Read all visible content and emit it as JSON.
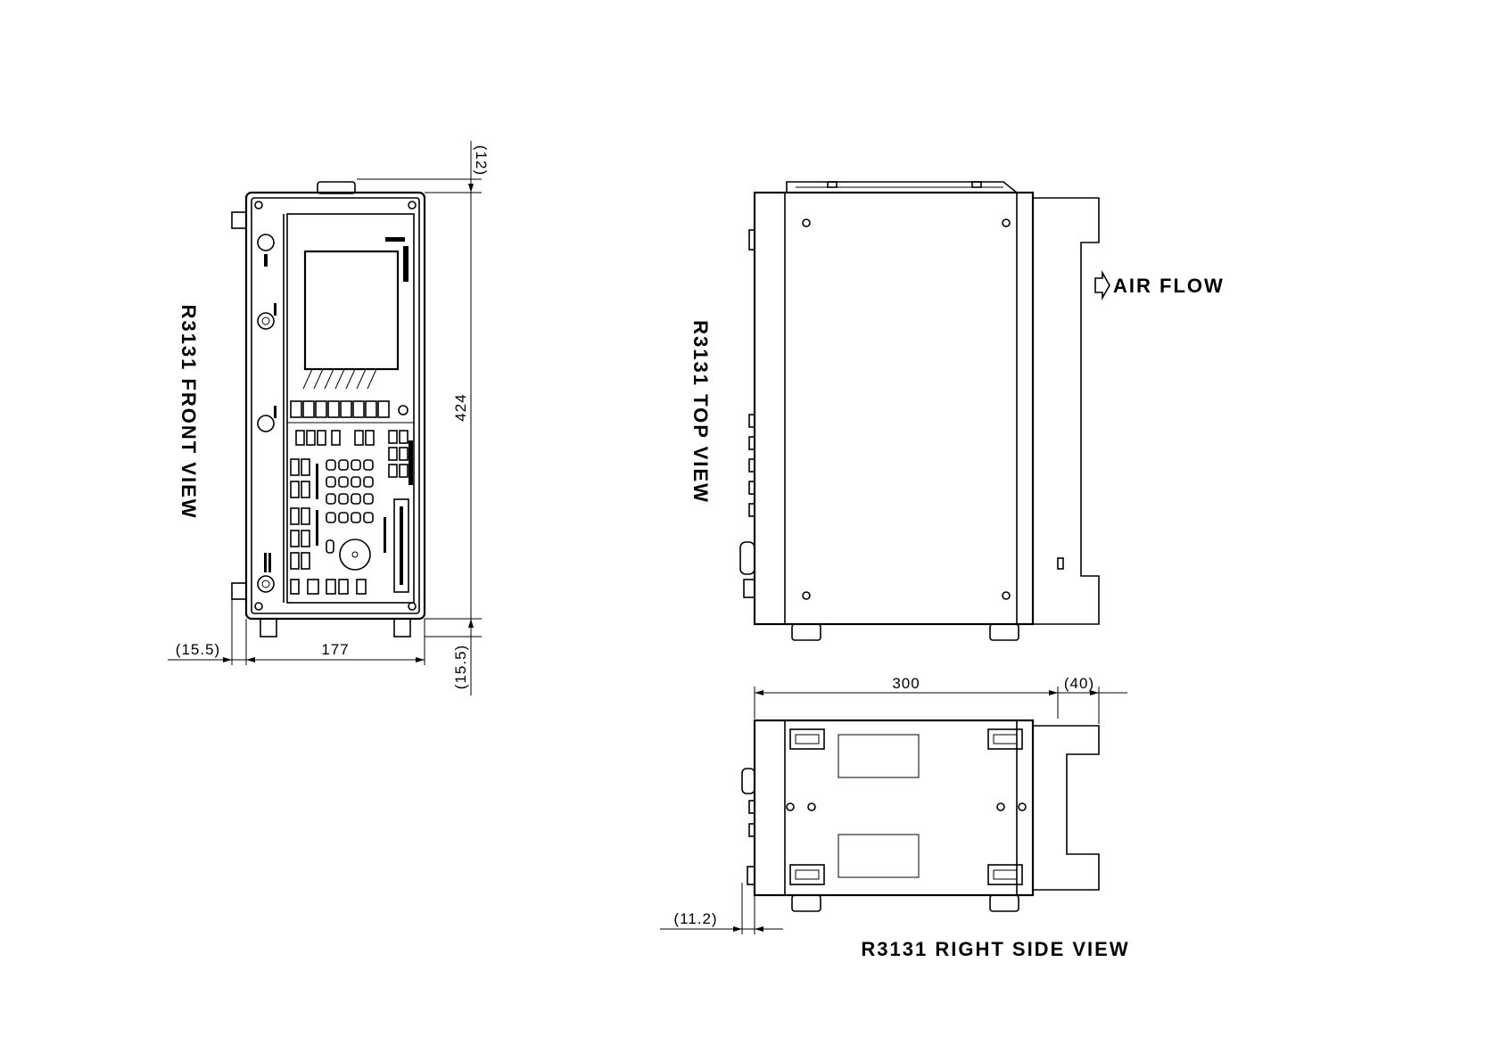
{
  "front_view": {
    "title": "R3131 FRONT VIEW",
    "dim_height": "424",
    "dim_top": "(12)",
    "dim_width": "177",
    "dim_left": "(15.5)",
    "dim_bottom": "(15.5)"
  },
  "top_view": {
    "title": "R3131 TOP VIEW",
    "air_flow": "AIR FLOW"
  },
  "side_view": {
    "title": "R3131 RIGHT SIDE VIEW",
    "dim_depth": "300",
    "dim_rear": "(40)",
    "dim_front": "(11.2)"
  }
}
